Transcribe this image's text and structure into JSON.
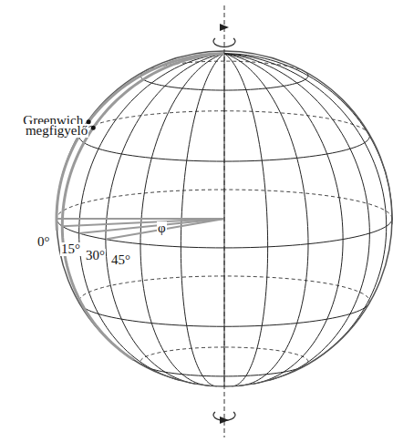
{
  "diagram": {
    "labels": [
      "Greenwich",
      "megfigyelő",
      "φ",
      "0°",
      "15°",
      "30°",
      "45°"
    ]
  }
}
